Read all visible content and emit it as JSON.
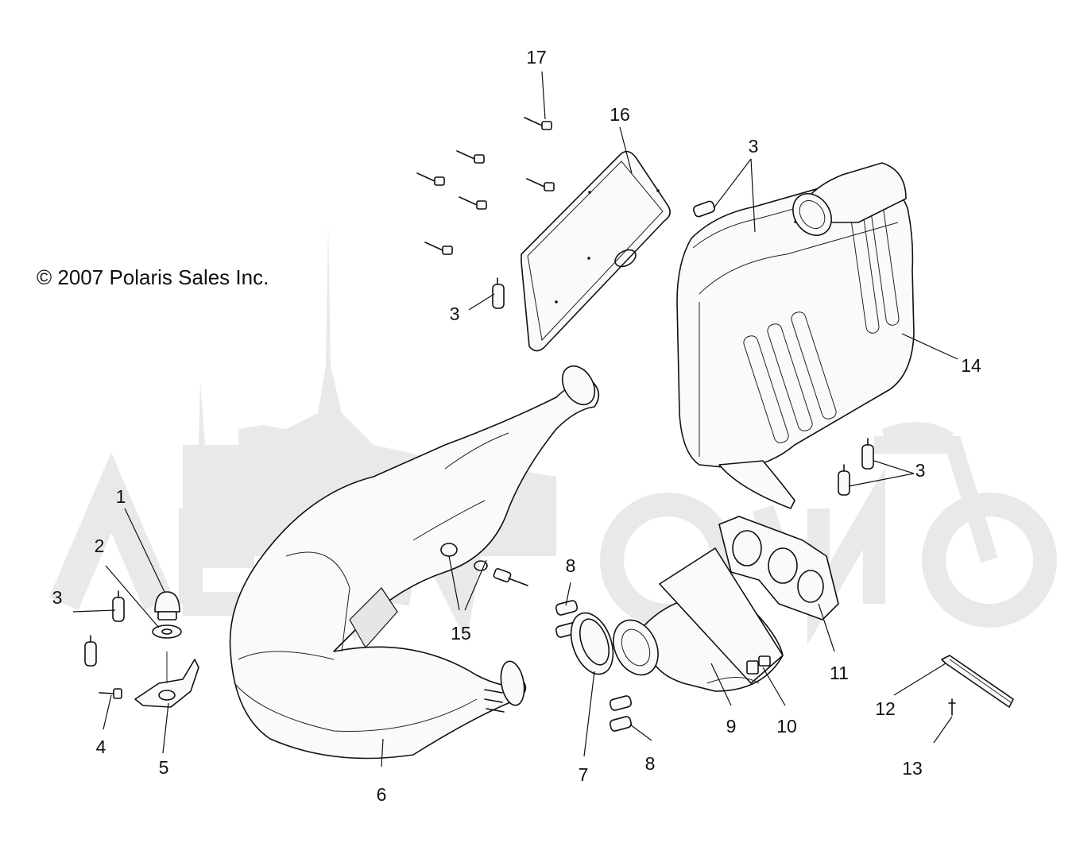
{
  "copyright": "© 2007 Polaris Sales Inc.",
  "watermark": "AeroMoto",
  "callouts": {
    "c1": "1",
    "c2": "2",
    "c3a": "3",
    "c3b": "3",
    "c3c": "3",
    "c3d": "3",
    "c4": "4",
    "c5": "5",
    "c6": "6",
    "c7": "7",
    "c8a": "8",
    "c8b": "8",
    "c9": "9",
    "c10": "10",
    "c11": "11",
    "c12": "12",
    "c13": "13",
    "c14": "14",
    "c15": "15",
    "c16": "16",
    "c17": "17"
  },
  "colors": {
    "line": "#111111",
    "watermark": "#e9e9e9",
    "background": "#ffffff"
  }
}
